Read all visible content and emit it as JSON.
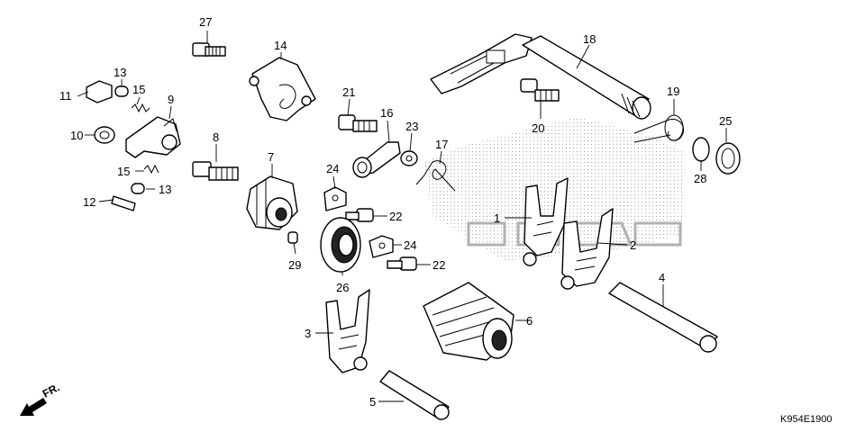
{
  "diagram": {
    "code": "K954E1900",
    "direction_label": "FR.",
    "callouts": [
      {
        "id": "c1",
        "label": "1"
      },
      {
        "id": "c2",
        "label": "2"
      },
      {
        "id": "c3",
        "label": "3"
      },
      {
        "id": "c4",
        "label": "4"
      },
      {
        "id": "c5",
        "label": "5"
      },
      {
        "id": "c6",
        "label": "6"
      },
      {
        "id": "c7",
        "label": "7"
      },
      {
        "id": "c8",
        "label": "8"
      },
      {
        "id": "c9",
        "label": "9"
      },
      {
        "id": "c10",
        "label": "10"
      },
      {
        "id": "c11",
        "label": "11"
      },
      {
        "id": "c12",
        "label": "12"
      },
      {
        "id": "c13a",
        "label": "13"
      },
      {
        "id": "c13b",
        "label": "13"
      },
      {
        "id": "c14",
        "label": "14"
      },
      {
        "id": "c15a",
        "label": "15"
      },
      {
        "id": "c15b",
        "label": "15"
      },
      {
        "id": "c16",
        "label": "16"
      },
      {
        "id": "c17",
        "label": "17"
      },
      {
        "id": "c18",
        "label": "18"
      },
      {
        "id": "c19",
        "label": "19"
      },
      {
        "id": "c20",
        "label": "20"
      },
      {
        "id": "c21",
        "label": "21"
      },
      {
        "id": "c22a",
        "label": "22"
      },
      {
        "id": "c22b",
        "label": "22"
      },
      {
        "id": "c23",
        "label": "23"
      },
      {
        "id": "c24a",
        "label": "24"
      },
      {
        "id": "c24b",
        "label": "24"
      },
      {
        "id": "c25",
        "label": "25"
      },
      {
        "id": "c26",
        "label": "26"
      },
      {
        "id": "c27",
        "label": "27"
      },
      {
        "id": "c28",
        "label": "28"
      },
      {
        "id": "c29",
        "label": "29"
      }
    ]
  }
}
